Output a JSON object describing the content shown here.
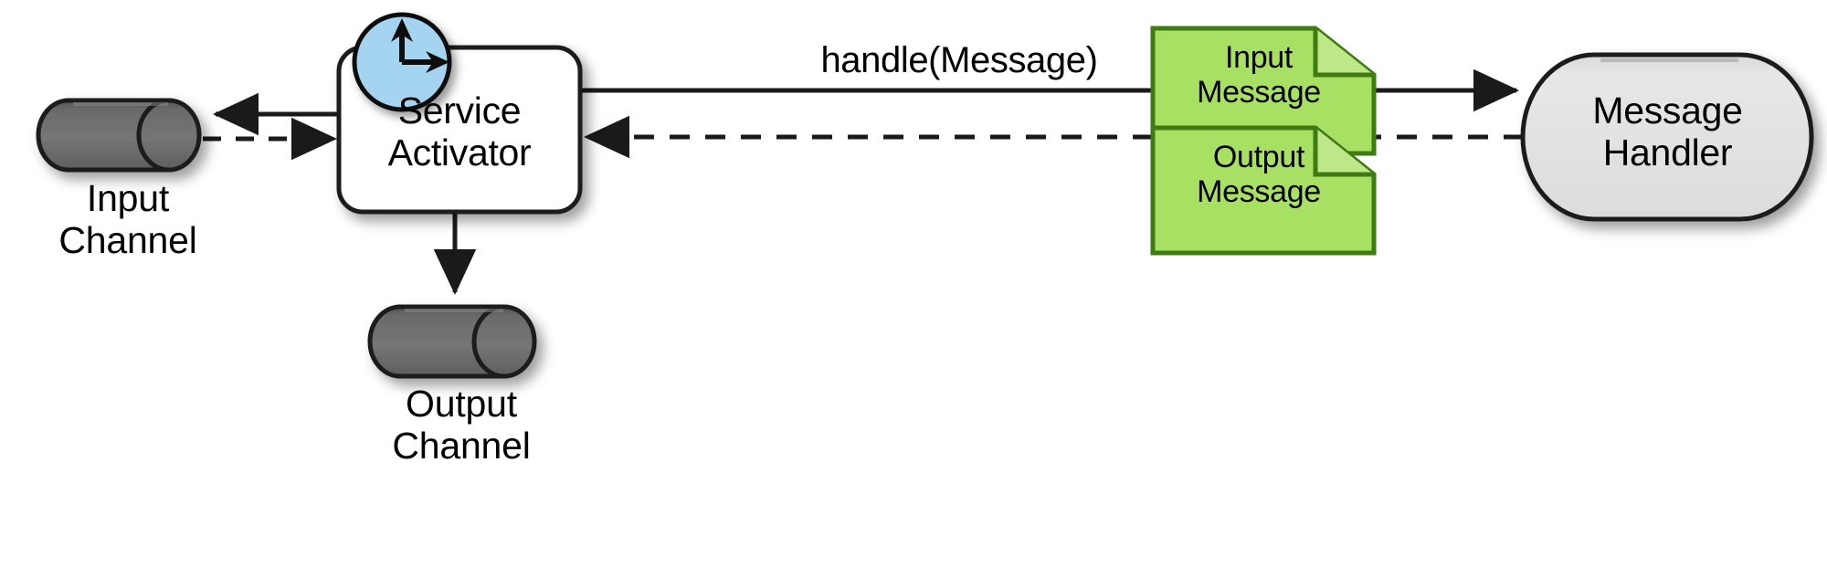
{
  "diagram": {
    "title": "Service Activator",
    "kind": "enterprise-integration-pattern",
    "background_color": "#ffffff"
  },
  "palette": {
    "pipe_fill": "#6e6e6e",
    "pipe_stroke": "#1a1a1a",
    "pipe_highlight": "#555555",
    "box_fill": "#ffffff",
    "box_stroke": "#1a1a1a",
    "clock_fill": "#a4d4f0",
    "clock_stroke": "#111111",
    "note_fill": "#a8e063",
    "note_stroke": "#3f7a12",
    "handler_fill": "#e3e3e3",
    "handler_stroke": "#1a1a1a",
    "line_color": "#1a1a1a",
    "text_color": "#000000",
    "shadow_color": "rgba(0,0,0,0.33)"
  },
  "nodes": {
    "input_channel": {
      "name": "input-channel",
      "label": "Input\nChannel",
      "shape": "pipe",
      "fill": "#6e6e6e"
    },
    "output_channel": {
      "name": "output-channel",
      "label": "Output\nChannel",
      "shape": "pipe",
      "fill": "#6e6e6e"
    },
    "service_activator": {
      "name": "service-activator",
      "label": "Service\nActivator",
      "shape": "rounded-rectangle",
      "fill": "#ffffff",
      "badge": {
        "name": "clock-icon",
        "shape": "circle",
        "fill": "#a4d4f0",
        "meaning": "clock"
      }
    },
    "input_message": {
      "name": "input-message-note",
      "label": "Input\nMessage",
      "shape": "note",
      "fill": "#a8e063"
    },
    "output_message": {
      "name": "output-message-note",
      "label": "Output\nMessage",
      "shape": "note",
      "fill": "#a8e063"
    },
    "message_handler": {
      "name": "message-handler",
      "label": "Message\nHandler",
      "shape": "cylinder",
      "fill": "#e3e3e3"
    }
  },
  "edges": [
    {
      "name": "edge-activator-to-input-channel",
      "style": "solid",
      "label": "",
      "from": "service-activator",
      "to": "input-channel",
      "arrow": "end"
    },
    {
      "name": "edge-input-channel-to-activator",
      "style": "dashed",
      "label": "",
      "from": "input-channel",
      "to": "service-activator",
      "arrow": "end"
    },
    {
      "name": "edge-activator-to-handler",
      "style": "solid",
      "label": "handle(Message)",
      "from": "service-activator",
      "to": "message-handler",
      "arrow": "end"
    },
    {
      "name": "edge-handler-to-activator",
      "style": "dashed",
      "label": "",
      "from": "message-handler",
      "to": "service-activator",
      "arrow": "end"
    },
    {
      "name": "edge-activator-to-output-channel",
      "style": "solid",
      "label": "",
      "from": "service-activator",
      "to": "output-channel",
      "arrow": "end"
    }
  ],
  "labels": {
    "handle_message": "handle(Message)",
    "input_channel": "Input\nChannel",
    "output_channel": "Output\nChannel",
    "service_activator": "Service\nActivator",
    "input_message": "Input\nMessage",
    "output_message": "Output\nMessage",
    "message_handler": "Message\nHandler"
  }
}
